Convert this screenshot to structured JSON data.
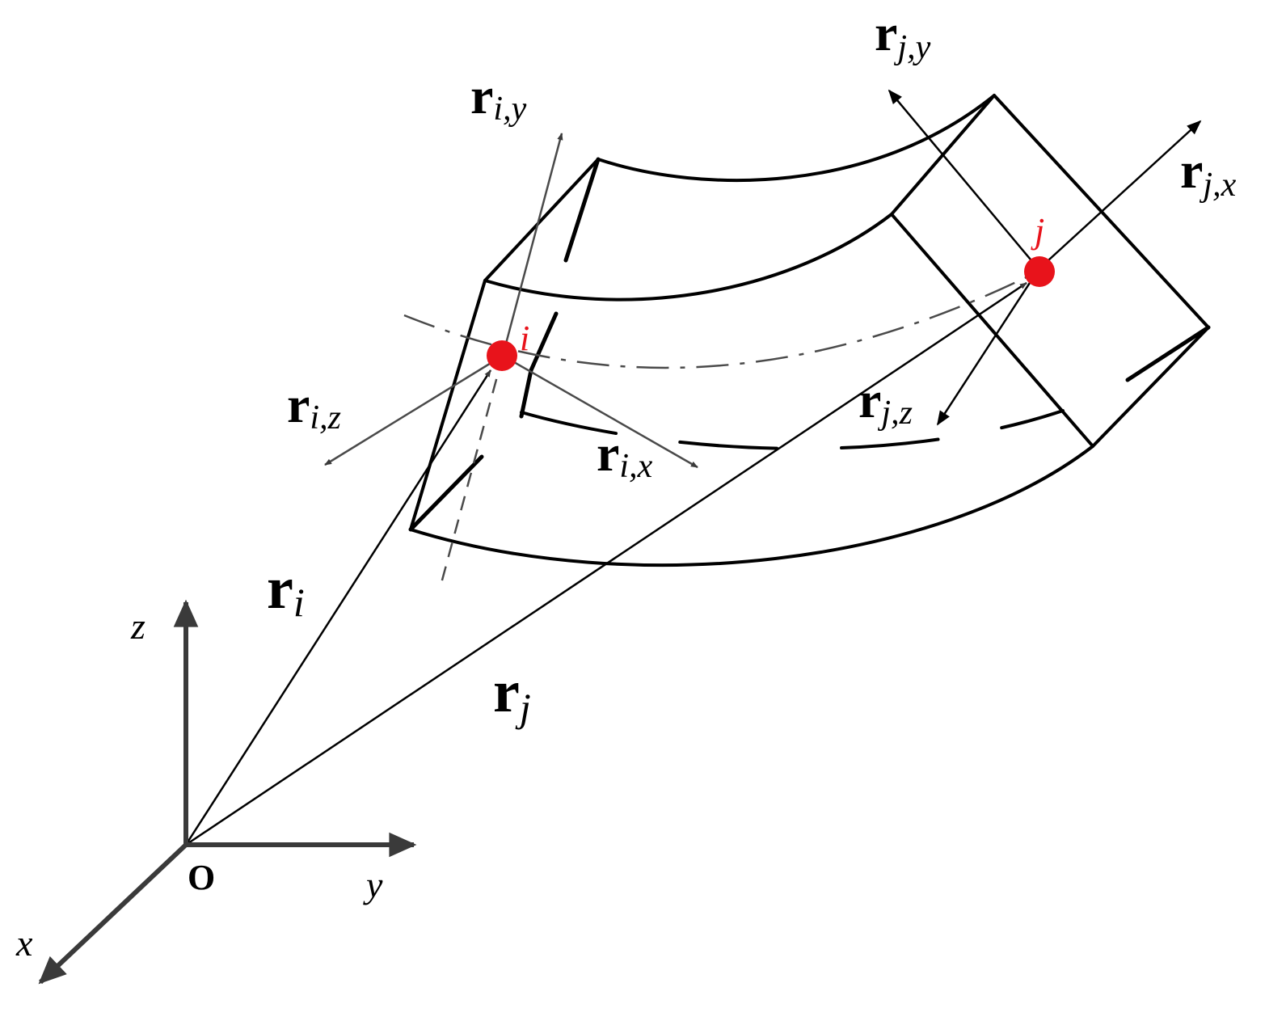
{
  "diagram": {
    "accent_color": "#e8131b",
    "line_color": "#000000",
    "global_axes": {
      "x": "x",
      "y": "y",
      "z": "z",
      "origin": "O"
    },
    "nodes": {
      "i": "i",
      "j": "j"
    },
    "position_vectors": {
      "r_i": {
        "base": "r",
        "sub": "i"
      },
      "r_j": {
        "base": "r",
        "sub": "j"
      }
    },
    "local_axes": {
      "ix": {
        "base": "r",
        "sub": "i,x"
      },
      "iy": {
        "base": "r",
        "sub": "i,y"
      },
      "iz": {
        "base": "r",
        "sub": "i,z"
      },
      "jx": {
        "base": "r",
        "sub": "j,x"
      },
      "jy": {
        "base": "r",
        "sub": "j,y"
      },
      "jz": {
        "base": "r",
        "sub": "j,z"
      }
    }
  }
}
